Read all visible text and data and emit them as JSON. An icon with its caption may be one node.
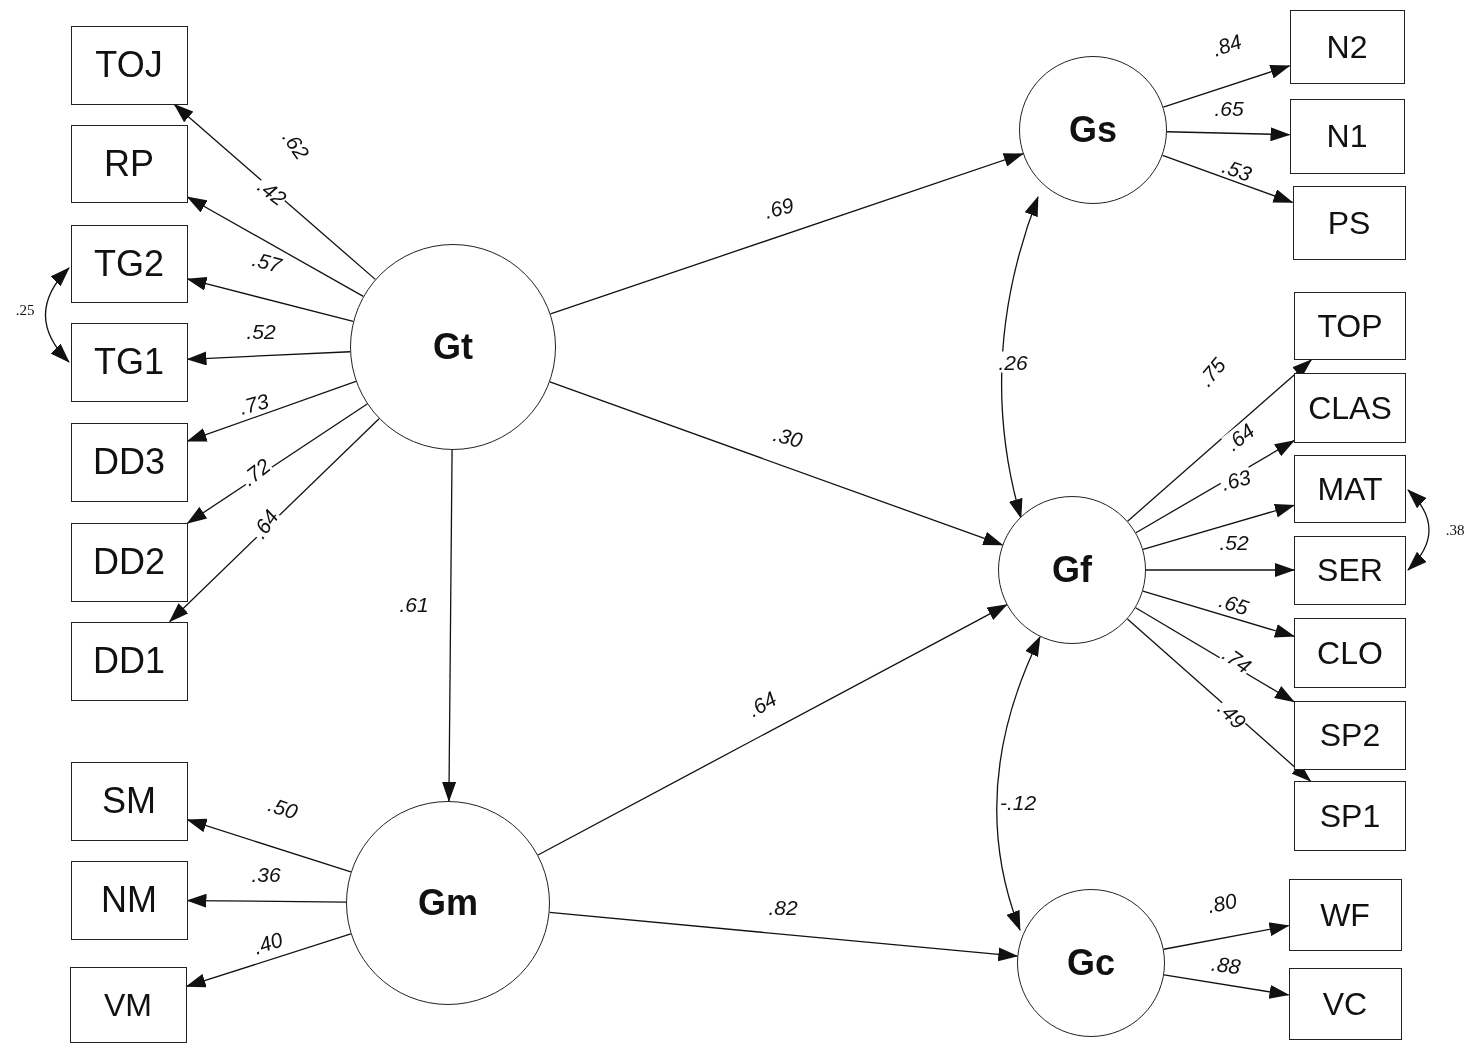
{
  "diagram": {
    "nodes": [
      {
        "text": [
          "TOJ"
        ]
      },
      {
        "text": [
          "RP"
        ]
      },
      {
        "text": [
          "TG2"
        ]
      },
      {
        "text": [
          "TG1"
        ]
      },
      {
        "text": [
          "DD3"
        ]
      },
      {
        "text": [
          "DD2"
        ]
      },
      {
        "text": [
          "DD1"
        ]
      },
      {
        "text": [
          "Gt"
        ]
      },
      {
        "text": [
          "Gs"
        ]
      },
      {
        "text": [
          "N2"
        ]
      },
      {
        "text": [
          "N1"
        ]
      },
      {
        "text": [
          "PS"
        ]
      },
      {
        "text": [
          "Gf"
        ]
      },
      {
        "text": [
          "TOP"
        ]
      },
      {
        "text": [
          "CLAS"
        ]
      },
      {
        "text": [
          "MAT"
        ]
      },
      {
        "text": [
          "SER"
        ]
      },
      {
        "text": [
          "CLO"
        ]
      },
      {
        "text": [
          "SP2"
        ]
      },
      {
        "text": [
          "SP1"
        ]
      },
      {
        "text": [
          "Gm"
        ]
      },
      {
        "text": [
          "SM"
        ]
      },
      {
        "text": [
          "NM"
        ]
      },
      {
        "text": [
          "VM"
        ]
      },
      {
        "text": [
          "Gc"
        ]
      },
      {
        "text": [
          "WF"
        ]
      },
      {
        "text": [
          "VC"
        ]
      }
    ],
    "edges": [
      {
        "from": 7,
        "to": 0,
        "arrow": "to",
        "label": ".62"
      },
      {
        "from": 7,
        "to": 1,
        "arrow": "to",
        "label": ".42"
      },
      {
        "from": 7,
        "to": 2,
        "arrow": "to",
        "label": ".57"
      },
      {
        "from": 7,
        "to": 3,
        "arrow": "to",
        "label": ".52"
      },
      {
        "from": 7,
        "to": 4,
        "arrow": "to",
        "label": ".73"
      },
      {
        "from": 7,
        "to": 5,
        "arrow": "to",
        "label": ".72"
      },
      {
        "from": 7,
        "to": 6,
        "arrow": "to",
        "label": ".64"
      },
      {
        "from": 2,
        "to": 3,
        "arrow": "both",
        "label": ".25"
      },
      {
        "from": 7,
        "to": 8,
        "arrow": "to",
        "label": ".69"
      },
      {
        "from": 7,
        "to": 12,
        "arrow": "to",
        "label": ".30"
      },
      {
        "from": 7,
        "to": 20,
        "arrow": "to",
        "label": ".61"
      },
      {
        "from": 20,
        "to": 12,
        "arrow": "to",
        "label": ".64"
      },
      {
        "from": 20,
        "to": 24,
        "arrow": "to",
        "label": ".82"
      },
      {
        "from": 8,
        "to": 12,
        "arrow": "both",
        "label": ".26"
      },
      {
        "from": 12,
        "to": 24,
        "arrow": "both",
        "label": "-.12"
      },
      {
        "from": 8,
        "to": 9,
        "arrow": "to",
        "label": ".84"
      },
      {
        "from": 8,
        "to": 10,
        "arrow": "to",
        "label": ".65"
      },
      {
        "from": 8,
        "to": 11,
        "arrow": "to",
        "label": ".53"
      },
      {
        "from": 12,
        "to": 13,
        "arrow": "to",
        "label": ".75"
      },
      {
        "from": 12,
        "to": 14,
        "arrow": "to",
        "label": ".64"
      },
      {
        "from": 12,
        "to": 15,
        "arrow": "to",
        "label": ".63"
      },
      {
        "from": 12,
        "to": 16,
        "arrow": "to",
        "label": ".52"
      },
      {
        "from": 12,
        "to": 17,
        "arrow": "to",
        "label": ".65"
      },
      {
        "from": 12,
        "to": 18,
        "arrow": "to",
        "label": ".74"
      },
      {
        "from": 12,
        "to": 19,
        "arrow": "to",
        "label": ".49"
      },
      {
        "from": 15,
        "to": 16,
        "arrow": "both",
        "label": ".38"
      },
      {
        "from": 20,
        "to": 21,
        "arrow": "to",
        "label": ".50"
      },
      {
        "from": 20,
        "to": 22,
        "arrow": "to",
        "label": ".36"
      },
      {
        "from": 20,
        "to": 23,
        "arrow": "to",
        "label": ".40"
      },
      {
        "from": 24,
        "to": 25,
        "arrow": "to",
        "label": ".80"
      },
      {
        "from": 24,
        "to": 26,
        "arrow": "to",
        "label": ".88"
      }
    ]
  }
}
